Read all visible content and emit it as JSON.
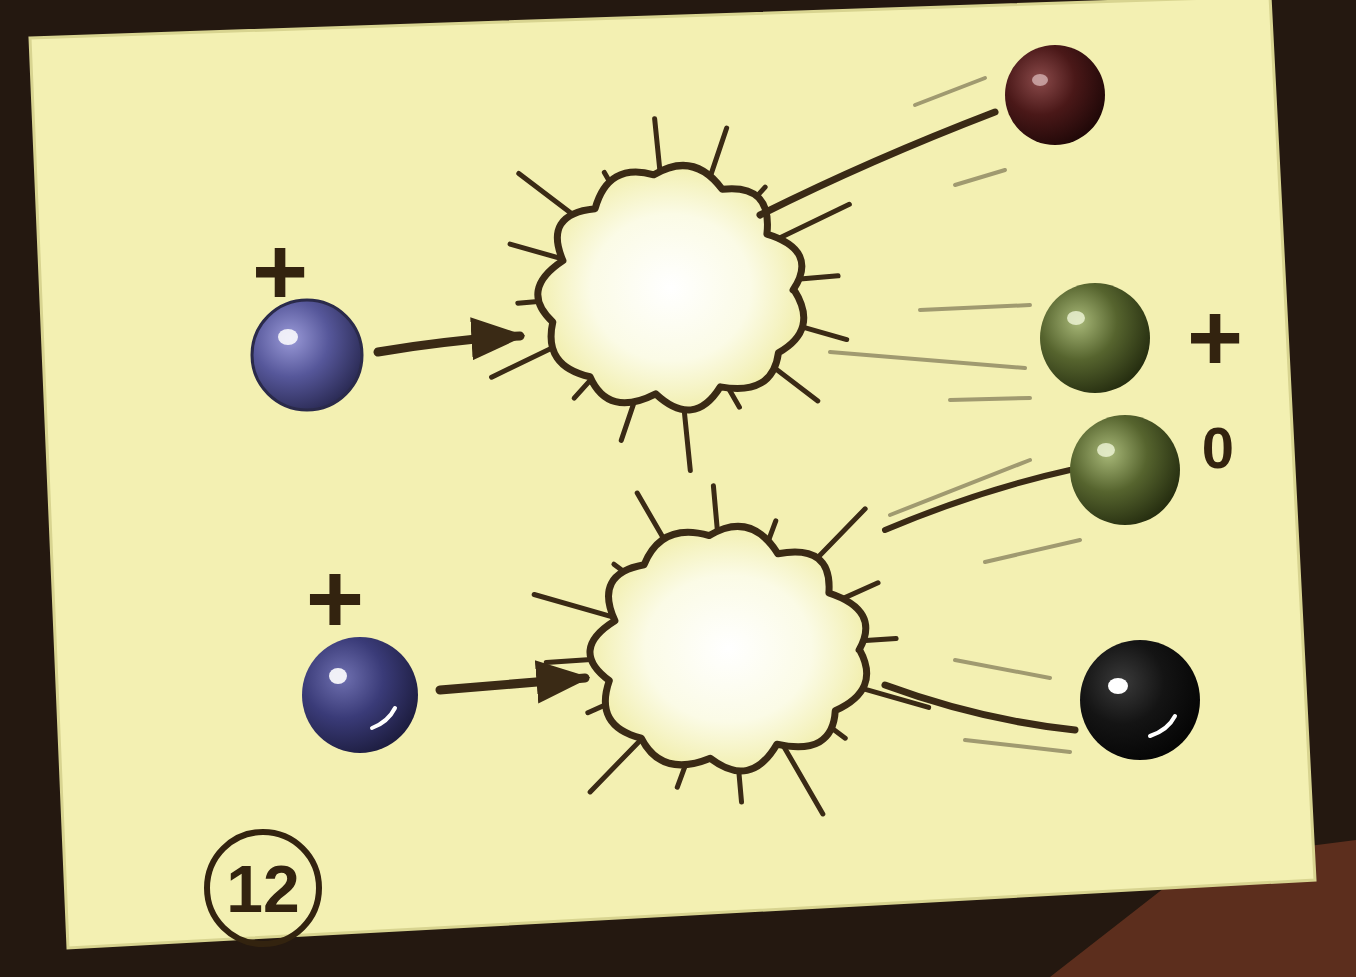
{
  "diagram": {
    "labels": [
      "+",
      "+",
      "0",
      "+",
      "12"
    ]
  }
}
